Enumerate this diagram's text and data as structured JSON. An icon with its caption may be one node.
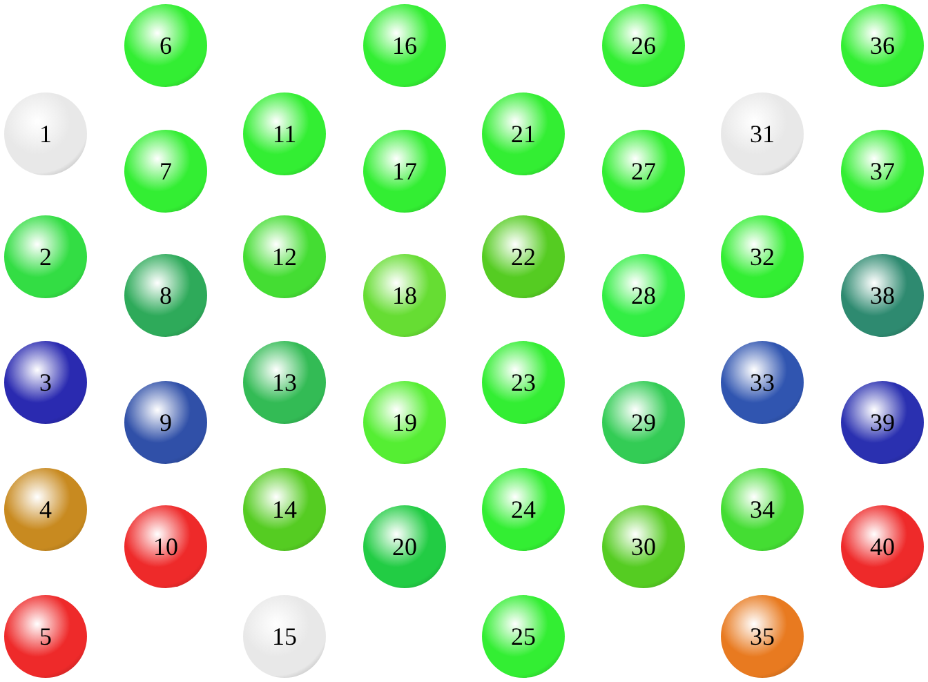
{
  "diagram": {
    "nodes": [
      {
        "text": [
          "1"
        ]
      },
      {
        "text": [
          "2"
        ]
      },
      {
        "text": [
          "3"
        ]
      },
      {
        "text": [
          "4"
        ]
      },
      {
        "text": [
          "5"
        ]
      },
      {
        "text": [
          "6"
        ]
      },
      {
        "text": [
          "7"
        ]
      },
      {
        "text": [
          "8"
        ]
      },
      {
        "text": [
          "9"
        ]
      },
      {
        "text": [
          "10"
        ]
      },
      {
        "text": [
          "11"
        ]
      },
      {
        "text": [
          "12"
        ]
      },
      {
        "text": [
          "13"
        ]
      },
      {
        "text": [
          "14"
        ]
      },
      {
        "text": [
          "15"
        ]
      },
      {
        "text": [
          "16"
        ]
      },
      {
        "text": [
          "17"
        ]
      },
      {
        "text": [
          "18"
        ]
      },
      {
        "text": [
          "19"
        ]
      },
      {
        "text": [
          "20"
        ]
      },
      {
        "text": [
          "21"
        ]
      },
      {
        "text": [
          "22"
        ]
      },
      {
        "text": [
          "23"
        ]
      },
      {
        "text": [
          "24"
        ]
      },
      {
        "text": [
          "25"
        ]
      },
      {
        "text": [
          "26"
        ]
      },
      {
        "text": [
          "27"
        ]
      },
      {
        "text": [
          "28"
        ]
      },
      {
        "text": [
          "29"
        ]
      },
      {
        "text": [
          "30"
        ]
      },
      {
        "text": [
          "31"
        ]
      },
      {
        "text": [
          "32"
        ]
      },
      {
        "text": [
          "33"
        ]
      },
      {
        "text": [
          "34"
        ]
      },
      {
        "text": [
          "35"
        ]
      },
      {
        "text": [
          "36"
        ]
      },
      {
        "text": [
          "37"
        ]
      },
      {
        "text": [
          "38"
        ]
      },
      {
        "text": [
          "39"
        ]
      },
      {
        "text": [
          "40"
        ]
      }
    ]
  }
}
